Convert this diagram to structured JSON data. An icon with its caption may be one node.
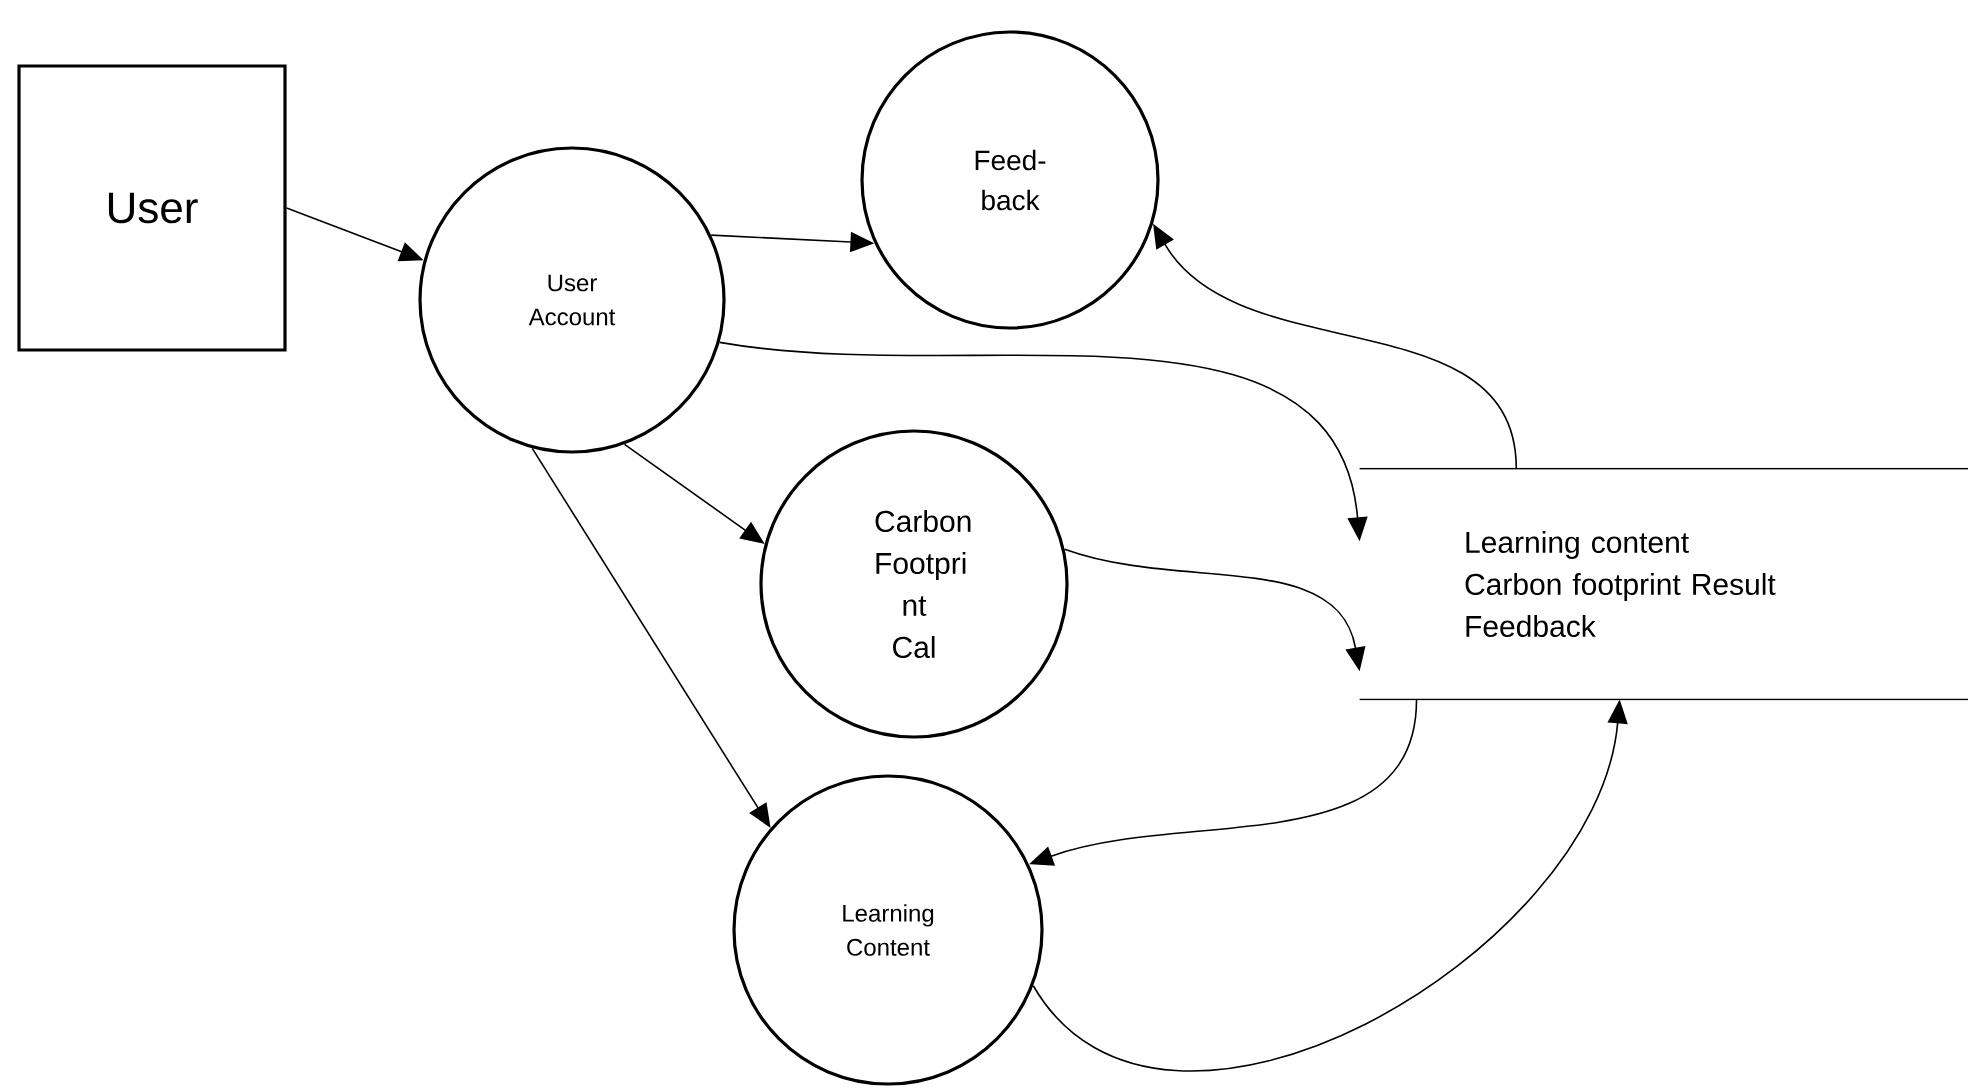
{
  "diagram": {
    "nodes": [
      {
        "text": [
          "User"
        ]
      },
      {
        "text": [
          "User Account"
        ]
      },
      {
        "text": [
          "Feed- back"
        ]
      },
      {
        "text": [
          "Carbon Footpri nt Cal"
        ]
      },
      {
        "text": [
          "Learning Content"
        ]
      },
      {
        "text": [
          "Learning content",
          "Carbon footprint Result",
          "Feedback"
        ]
      }
    ],
    "edges": [
      {
        "from": 0,
        "to": 1,
        "arrow": "to"
      },
      {
        "from": 1,
        "to": 2,
        "arrow": "to"
      },
      {
        "from": 1,
        "to": 5,
        "arrow": "to"
      },
      {
        "from": 1,
        "to": 3,
        "arrow": "to"
      },
      {
        "from": 1,
        "to": 4,
        "arrow": "to"
      },
      {
        "from": 3,
        "to": 5,
        "arrow": "to"
      },
      {
        "from": 5,
        "to": 2,
        "arrow": "to"
      },
      {
        "from": 5,
        "to": 4,
        "arrow": "to"
      },
      {
        "from": 4,
        "to": 5,
        "arrow": "to"
      }
    ]
  }
}
